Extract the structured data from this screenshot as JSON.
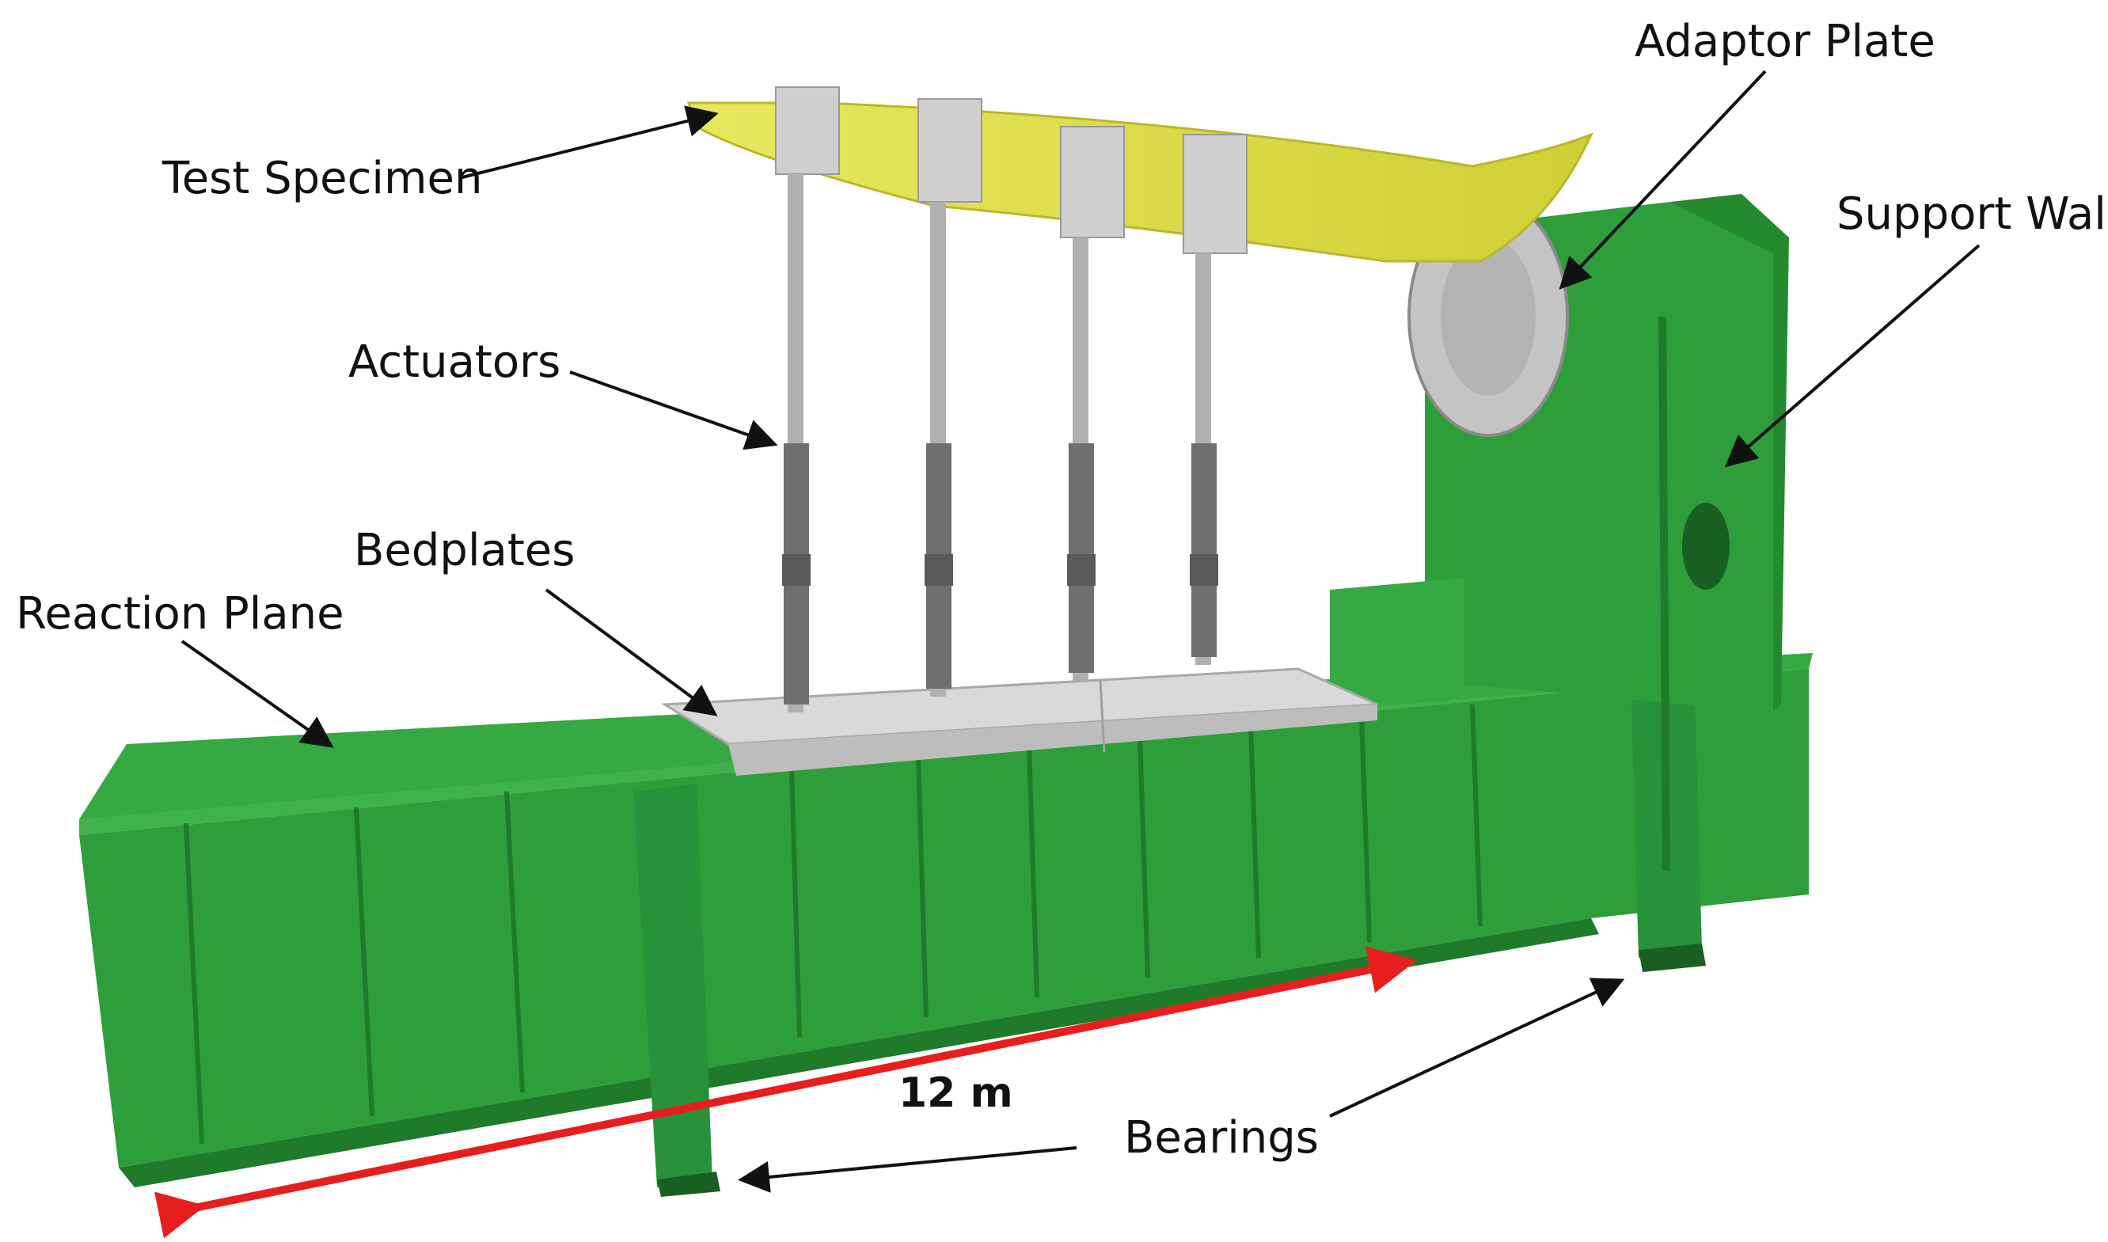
{
  "labels": {
    "test_specimen": "Test Specimen",
    "adaptor_plate": "Adaptor Plate",
    "support_wall": "Support Wall",
    "actuators": "Actuators",
    "bedplates": "Bedplates",
    "reaction_plane": "Reaction Plane",
    "bearings": "Bearings",
    "length": "12 m"
  },
  "colors": {
    "frame_green": "#2e9e3a",
    "frame_dark": "#1f7a2a",
    "frame_light": "#3fb24a",
    "blade_yellow": "#e0e04a",
    "bedplate_gray": "#cfcfcf",
    "dimension_red": "#e81e1e",
    "arrow_black": "#111111"
  }
}
